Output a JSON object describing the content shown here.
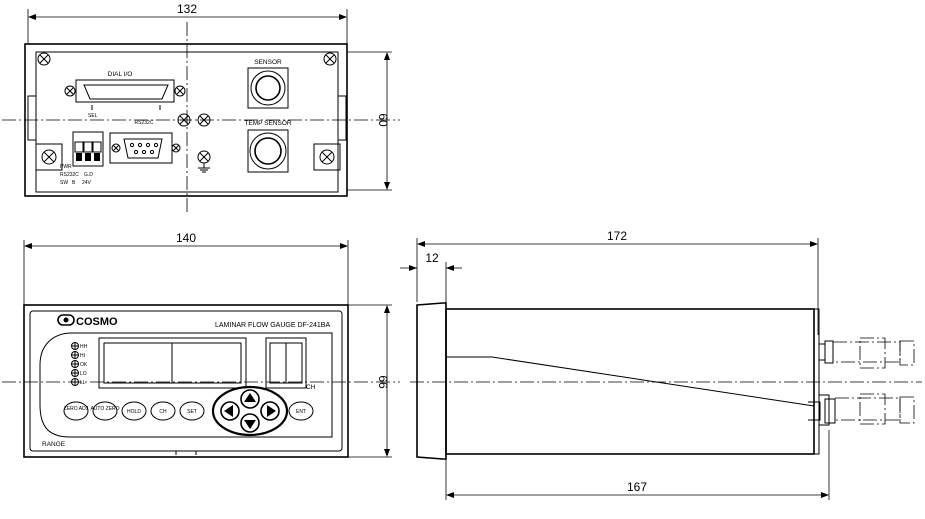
{
  "dimensions": {
    "rear_width": "132",
    "rear_height": "60",
    "front_width": "140",
    "front_height": "66",
    "side_total_depth": "172",
    "side_bezel_depth": "12",
    "side_body_depth": "167"
  },
  "rear_panel": {
    "dial_io_label": "DIAL I/O",
    "sensor_label": "SENSOR",
    "temp_sensor_label": "TEMP SENSOR",
    "rs232c_label": "RS232C",
    "power_label": "PWR",
    "terminal_labels": [
      "SEL",
      "RS232C",
      "G.D",
      "SW",
      "B",
      "24V"
    ]
  },
  "front_panel": {
    "logo_text": "COSMO",
    "model_text": "LAMINAR FLOW GAUGE DF-241BA",
    "lamp_labels": [
      "HH",
      "HI",
      "OK",
      "LO",
      "LL"
    ],
    "ch_label": "CH",
    "range_label": "RANGE",
    "buttons": [
      "ZERO ADJ",
      "AUTO ZERO",
      "HOLD",
      "CH",
      "SET",
      "ENT"
    ]
  }
}
